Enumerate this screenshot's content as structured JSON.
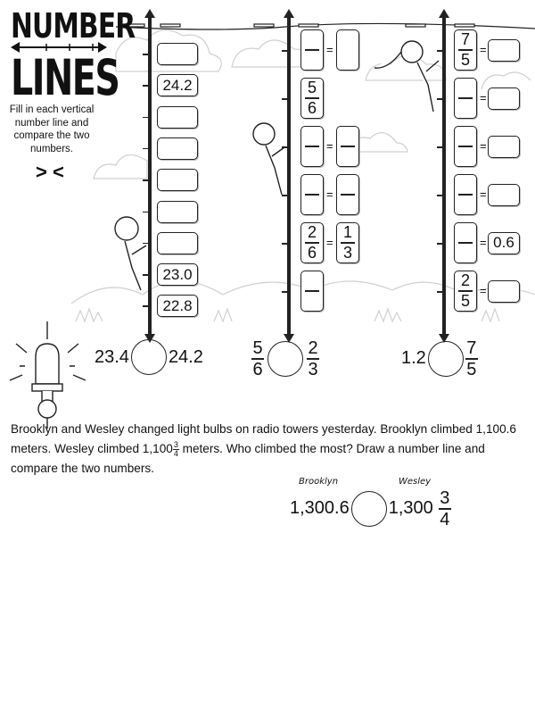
{
  "header": {
    "title_top": "NUMBER",
    "title_bottom": "LINES",
    "instructions": "Fill in each vertical number line and compare the two numbers.",
    "symbols": "> <"
  },
  "tower1": {
    "boxes": [
      "",
      "24.2",
      "",
      "",
      "",
      "",
      "",
      "23.0",
      "22.8"
    ]
  },
  "tower2": {
    "rows": [
      {
        "left": {
          "num": "",
          "den": ""
        },
        "right": {
          "type": "box",
          "value": ""
        }
      },
      {
        "left": {
          "num": "5",
          "den": "6"
        },
        "right": null
      },
      {
        "left": {
          "num": "",
          "den": ""
        },
        "right": {
          "type": "frac",
          "num": "",
          "den": ""
        }
      },
      {
        "left": {
          "num": "",
          "den": ""
        },
        "right": {
          "type": "frac",
          "num": "",
          "den": ""
        }
      },
      {
        "left": {
          "num": "2",
          "den": "6"
        },
        "right": {
          "type": "frac",
          "num": "1",
          "den": "3"
        }
      },
      {
        "left": {
          "num": "",
          "den": ""
        },
        "right": null
      }
    ]
  },
  "tower3": {
    "rows": [
      {
        "left": {
          "num": "7",
          "den": "5"
        },
        "right": {
          "type": "box",
          "value": ""
        }
      },
      {
        "left": {
          "num": "",
          "den": ""
        },
        "right": {
          "type": "box",
          "value": ""
        }
      },
      {
        "left": {
          "num": "",
          "den": ""
        },
        "right": {
          "type": "box",
          "value": ""
        }
      },
      {
        "left": {
          "num": "",
          "den": ""
        },
        "right": {
          "type": "box",
          "value": ""
        }
      },
      {
        "left": {
          "num": "",
          "den": ""
        },
        "right": {
          "type": "box",
          "value": "0.6"
        }
      },
      {
        "left": {
          "num": "2",
          "den": "5"
        },
        "right": {
          "type": "box",
          "value": ""
        }
      }
    ]
  },
  "equals_sign": "=",
  "comparisons": {
    "c1": {
      "left": "23.4",
      "right": "24.2"
    },
    "c2": {
      "left_num": "5",
      "left_den": "6",
      "right_num": "2",
      "right_den": "3"
    },
    "c3": {
      "left": "1.2",
      "right_num": "7",
      "right_den": "5"
    }
  },
  "word_problem": {
    "text_part1": "Brooklyn and Wesley changed light bulbs on radio towers yesterday. Brooklyn climbed 1,100.6 meters. Wesley climbed 1,100",
    "frac_num": "3",
    "frac_den": "4",
    "text_part2": " meters. Who climbed the most? Draw a number line and compare the two numbers.",
    "label_left": "Brooklyn",
    "label_right": "Wesley",
    "value_left": "1,300.6",
    "value_right_whole": "1,300",
    "value_right_num": "3",
    "value_right_den": "4"
  }
}
